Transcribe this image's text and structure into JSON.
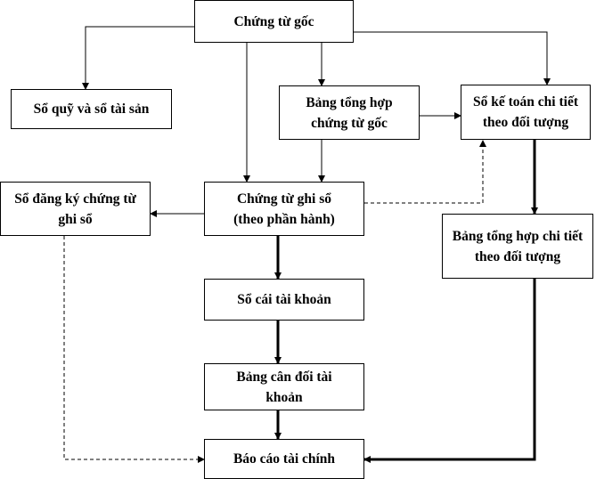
{
  "nodes": {
    "chung_tu_goc": "Chứng từ gốc",
    "so_quy": "Sổ quỹ và sổ tài sản",
    "bang_tong_hop_ctg": "Bảng tổng hợp chứng từ gốc",
    "so_ke_toan_chi_tiet": "Sổ kế toán chi tiết theo đối tượng",
    "so_dang_ky": "Sổ đăng ký chứng từ ghi sổ",
    "chung_tu_ghi_so": "Chứng từ ghi sổ (theo phần hành)",
    "bang_tong_hop_chi_tiet": "Bảng tổng hợp chi tiết theo đối tượng",
    "so_cai": "Sổ cái tài khoản",
    "bang_can_doi": "Bảng cân đối tài khoản",
    "bao_cao": "Báo cáo tài chính"
  }
}
